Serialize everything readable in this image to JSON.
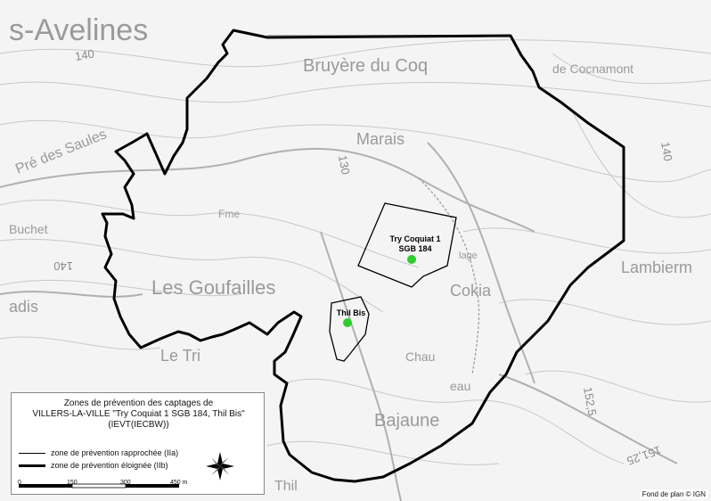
{
  "map": {
    "place_names": {
      "avelines": "s-Avelines",
      "bruyere": "Bruyère du Coq",
      "cocnamont": "de Cocnamont",
      "marais": "Marais",
      "pre_saules": "Pré des Saules",
      "buchet": "Buchet",
      "ferme": "Fme",
      "goufailles": "Les Goufailles",
      "adis": "adis",
      "le_tri": "Le Tri",
      "lambierm": "Lambierm",
      "cokia": "Cokia",
      "chau": "Chau",
      "eau": "eau",
      "bajaune": "Bajaune",
      "thil": "Thil",
      "plage": "lage"
    },
    "altitudes": {
      "a140_top": "140",
      "a140_left": "140",
      "a140_right": "140",
      "a130": "130",
      "a152": "152,5",
      "a151": "151,25"
    },
    "captages": {
      "try": {
        "label_line1": "Try Coquiat 1",
        "label_line2": "SGB 184"
      },
      "thil": {
        "label": "Thil Bis"
      }
    }
  },
  "legend": {
    "title_line1": "Zones de prévention des captages de",
    "title_line2": "VILLERS-LA-VILLE \"Try Coquiat 1 SGB 184, Thil Bis\"",
    "title_line3": "(IEVT(IECBW))",
    "rapprochee": "zone de prévention rapprochée (IIa)",
    "eloignee": "zone de prévention éloignée (IIb)",
    "scale": {
      "s0": "0",
      "s150": "150",
      "s300": "300",
      "s450": "450 m"
    }
  },
  "credit": "Fond de plan © IGN",
  "colors": {
    "captage_point": "#2ecc2e",
    "zone_line": "#000000"
  }
}
